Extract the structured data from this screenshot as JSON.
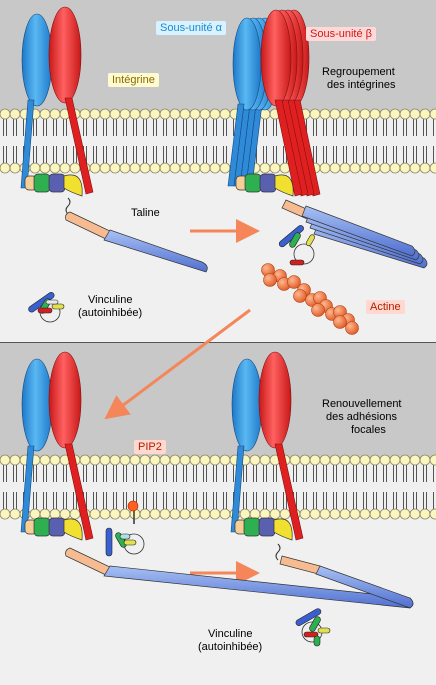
{
  "labels": {
    "alpha": "Sous-unité α",
    "beta": "Sous-unité β",
    "integrin": "Intégrine",
    "clustering_1": "Regroupement",
    "clustering_2": "des intégrines",
    "talin": "Taline",
    "vinculin_top_1": "Vinculine",
    "vinculin_top_2": "(autoinhibée)",
    "actin": "Actine",
    "pip2": "PIP2",
    "turnover_1": "Renouvellement",
    "turnover_2": "des adhésions",
    "turnover_3": "focales",
    "vinculin_bottom_1": "Vinculine",
    "vinculin_bottom_2": "(autoinhibée)"
  },
  "colors": {
    "alpha_subunit": "#3aa0e0",
    "beta_subunit": "#e83030",
    "membrane_head": "#fbf6c0",
    "extracellular": "#c8c8c8",
    "cytoplasm": "#f0f0f0",
    "talin_rod": "#7090e0",
    "talin_neck": "#f4b88a",
    "actin": "#f07a4a",
    "arrow": "#f4865a",
    "integrin_label_bg": "#fffbd0",
    "alpha_label_bg": "#d8f2ff",
    "beta_label_bg": "#ffd8d8",
    "actin_label_bg": "#ffd8d0",
    "pip2_label_bg": "#ffd8d0"
  },
  "icons": [
    "integrin-alpha-icon",
    "integrin-beta-icon",
    "talin-icon",
    "vinculin-icon",
    "actin-filament-icon",
    "membrane-bilayer-icon",
    "pip2-icon",
    "transition-arrow-icon"
  ]
}
